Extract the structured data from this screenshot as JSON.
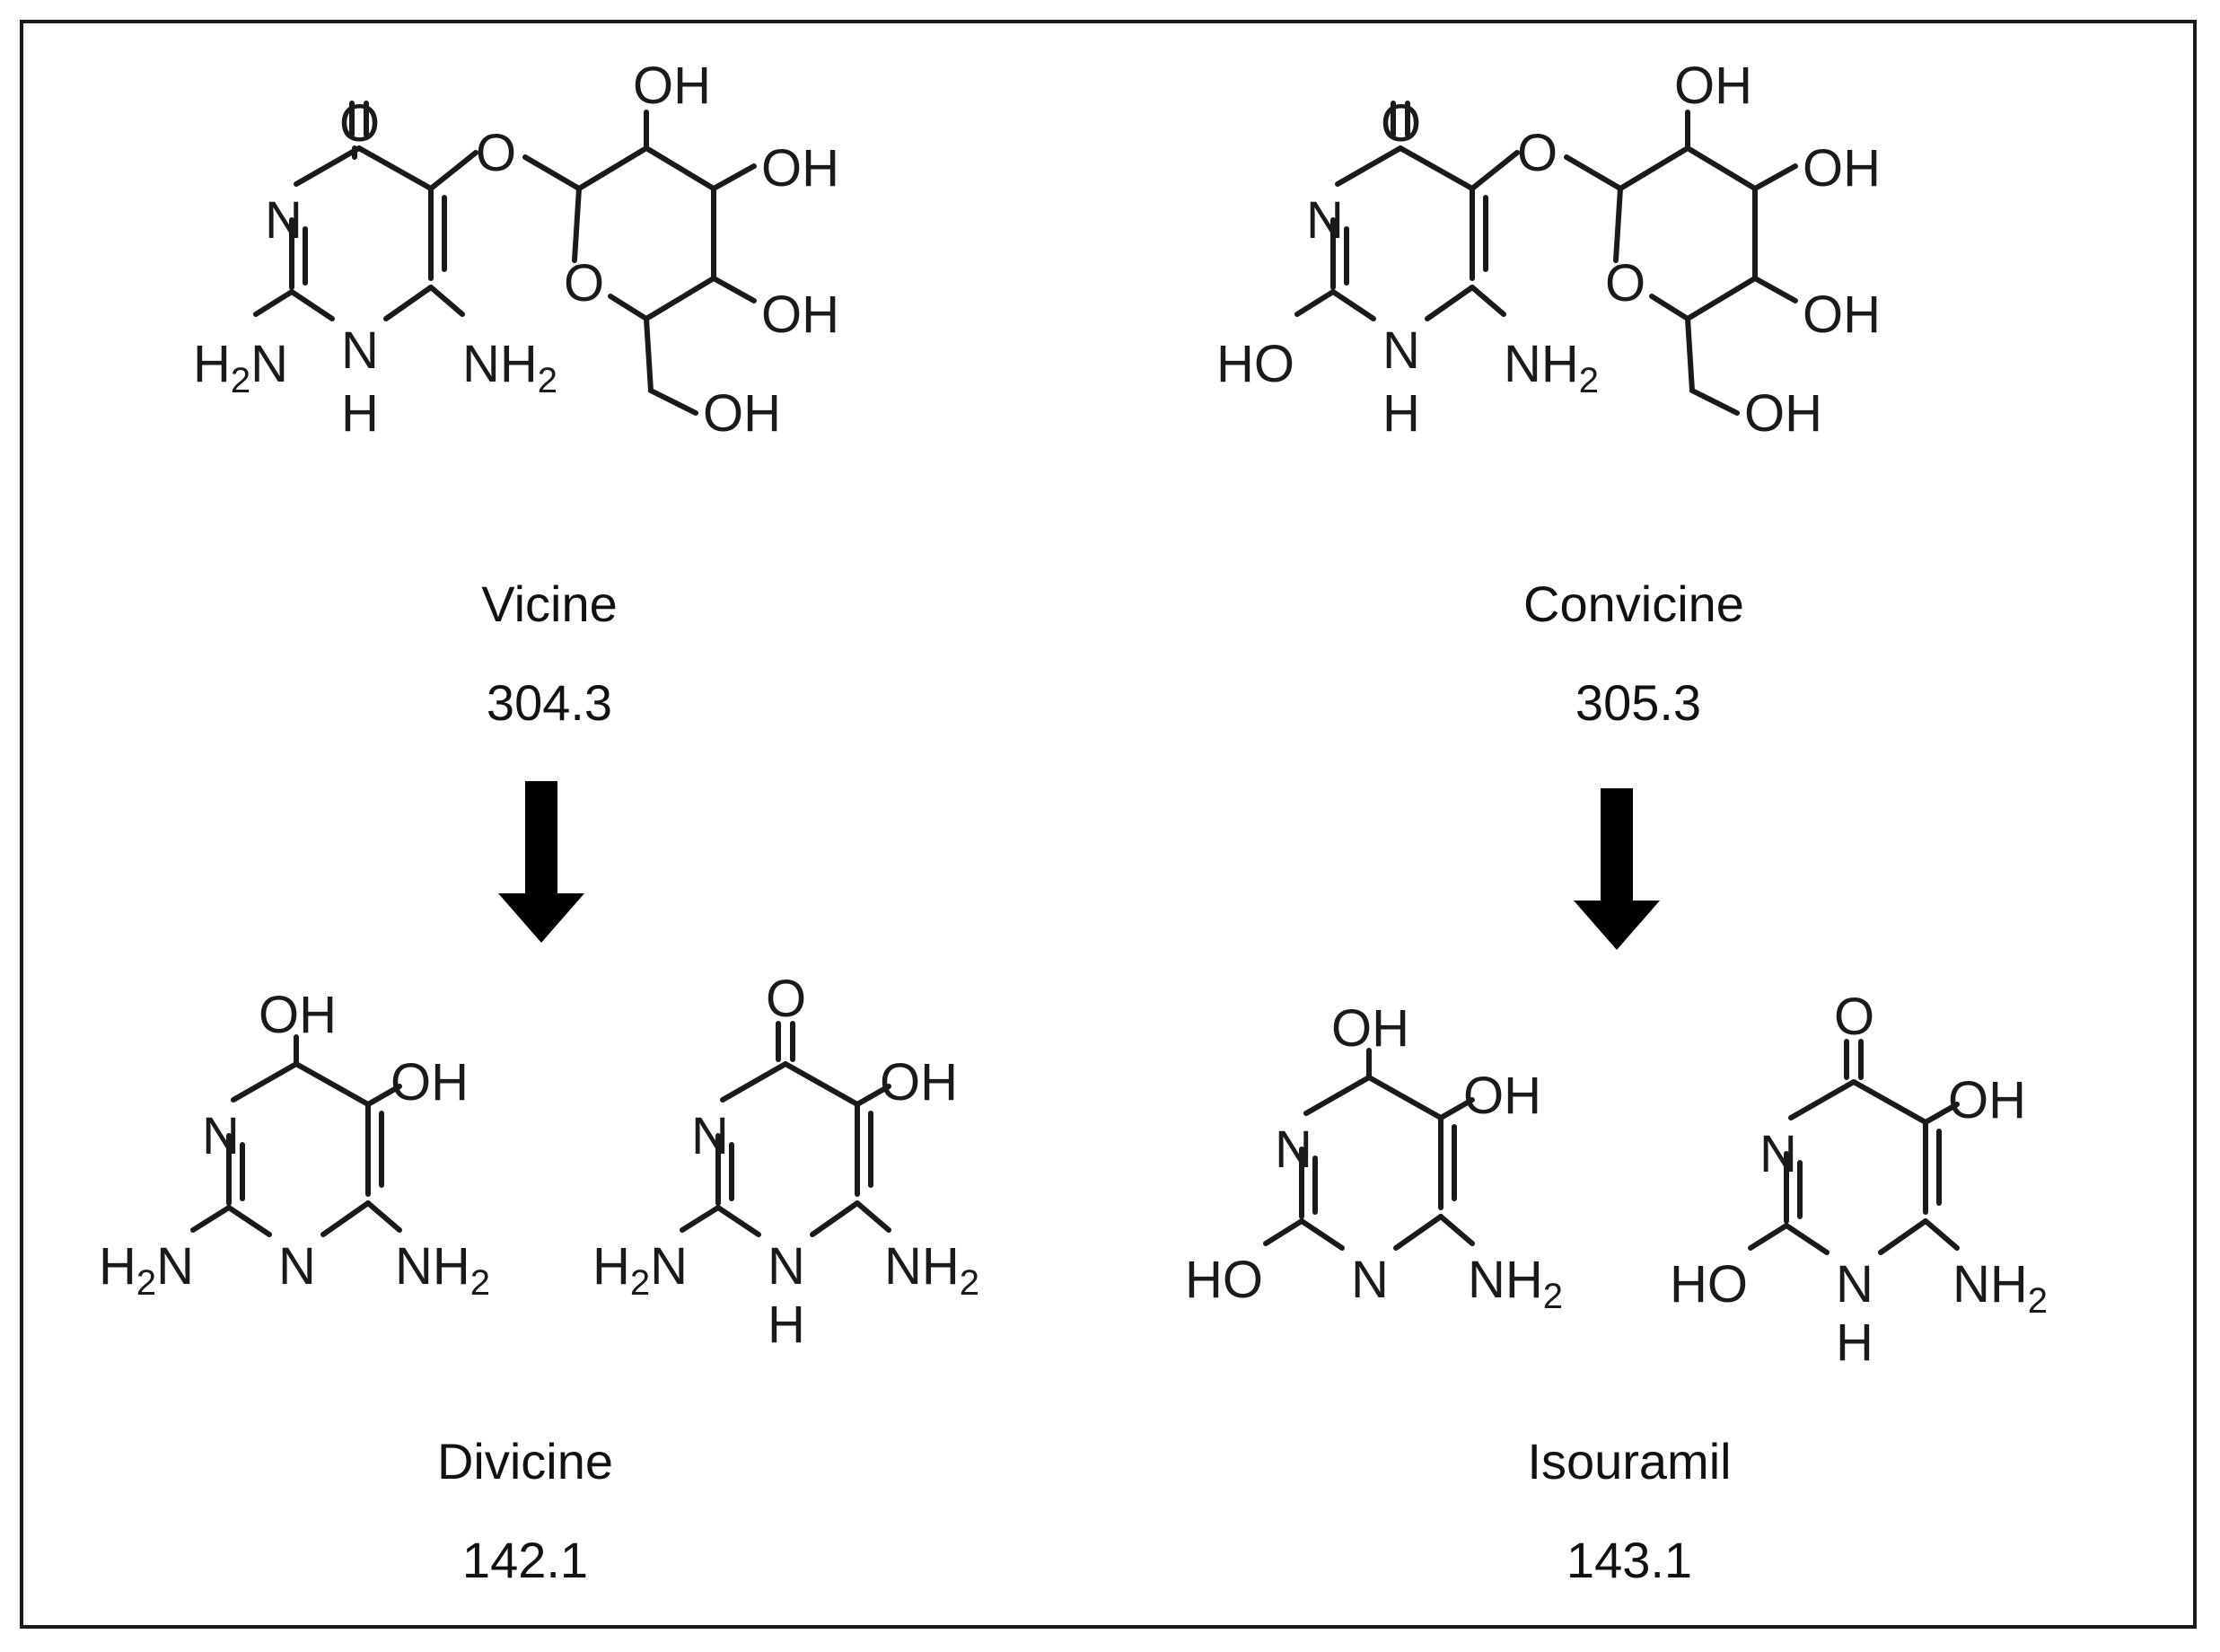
{
  "compounds": [
    {
      "name": "Vicine",
      "mass": "304.3"
    },
    {
      "name": "Convicine",
      "mass": "305.3"
    },
    {
      "name": "Divicine",
      "mass": "142.1"
    },
    {
      "name": "Isouramil",
      "mass": "143.1"
    }
  ],
  "atoms": {
    "O": "O",
    "N": "N",
    "H": "H",
    "OH": "OH",
    "HO": "HO",
    "NH": "NH",
    "H2N_H": "H",
    "H2N_N": "N",
    "sub2": "2"
  },
  "colors": {
    "ink": "#1a1a1a",
    "arrow": "#000000"
  }
}
